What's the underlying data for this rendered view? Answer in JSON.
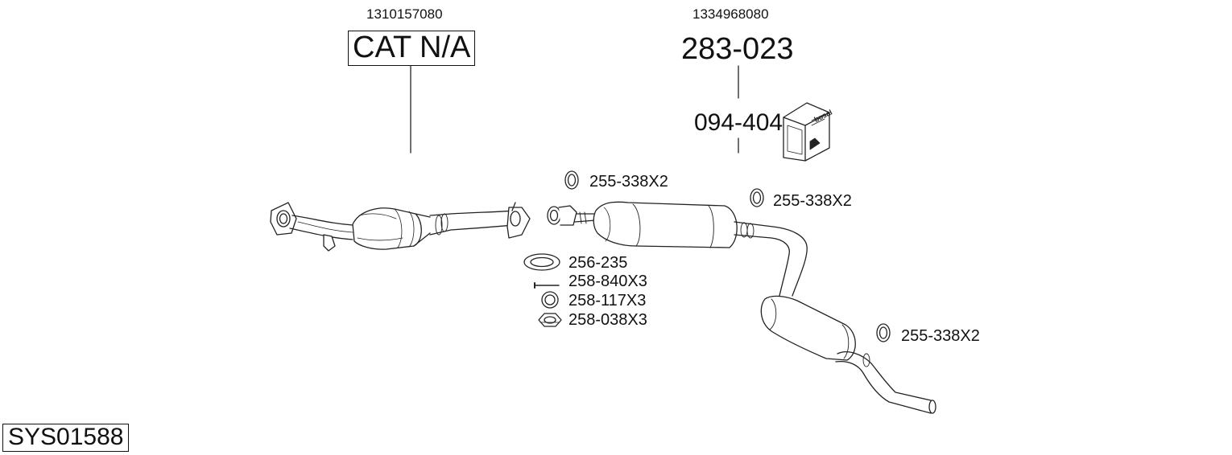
{
  "system_id": "SYS01588",
  "assemblies": [
    {
      "oem_number": "1310157080",
      "part": "CAT N/A",
      "boxed": true
    },
    {
      "oem_number": "1334968080",
      "part": "283-023",
      "boxed": false,
      "kit": "094-404"
    }
  ],
  "callouts": {
    "gasket_top_left": "255-338X2",
    "gasket_top_right": "255-338X2",
    "gasket_rear": "255-338X2",
    "ring_gasket": "256-235",
    "bolt": "258-840X3",
    "spring": "258-117X3",
    "nut": "258-038X3"
  },
  "kit_box_brand": "bosal"
}
